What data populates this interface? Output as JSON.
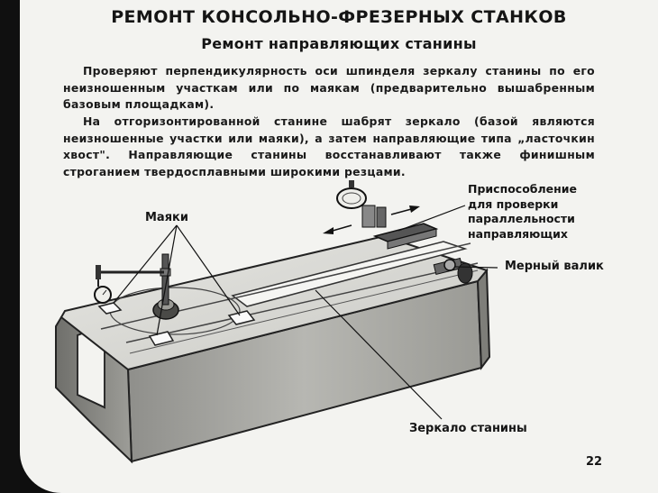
{
  "slide": {
    "title": "РЕМОНТ КОНСОЛЬНО-ФРЕЗЕРНЫХ СТАНКОВ",
    "subtitle": "Ремонт направляющих станины",
    "paragraphs": [
      "Проверяют перпендикулярность оси шпинделя зеркалу станины по его неизношенным участкам или по маякам (предварительно вышабренным базовым площадкам).",
      "На отгоризонтированной станине шабрят зеркало (базой являются неизношенные участки или маяки), а затем направляющие типа „ласточкин хвост\". Направляющие станины восстанавливают также финишным строганием твердосплавными широкими резцами."
    ],
    "labels": {
      "fixture": "Приспособление\nдля проверки\nпараллельности\nнаправляющих",
      "beacons": "Маяки",
      "roller": "Мерный валик",
      "mirror": "Зеркало станины"
    },
    "page_number": "22"
  }
}
